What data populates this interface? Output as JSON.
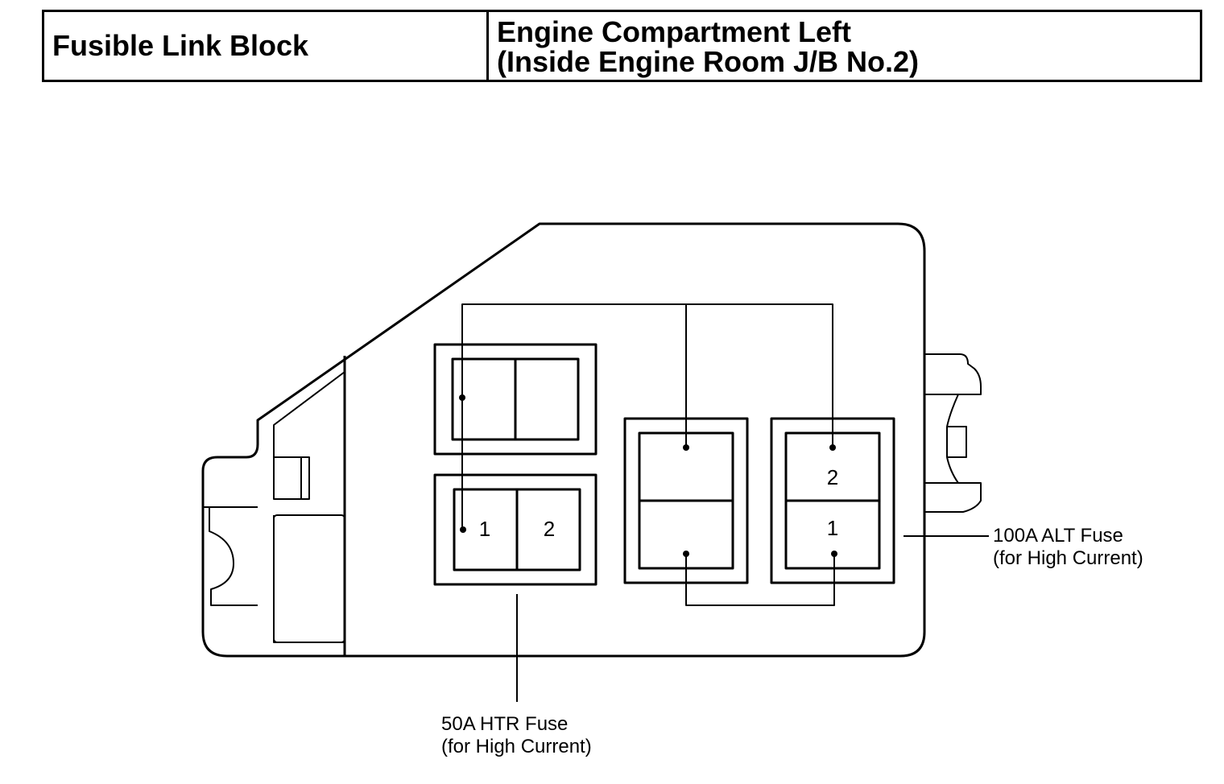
{
  "header": {
    "left_label": "Fusible Link Block",
    "location_line1": "Engine Compartment Left",
    "location_line2": "(Inside Engine Room J/B No.2)"
  },
  "terminals": {
    "htr_1": "1",
    "htr_2": "2",
    "alt_2": "2",
    "alt_1": "1"
  },
  "callouts": {
    "htr_fuse": {
      "line1": "50A HTR Fuse",
      "line2": "(for High Current)"
    },
    "alt_fuse": {
      "line1": "100A ALT Fuse",
      "line2": "(for High Current)"
    }
  }
}
